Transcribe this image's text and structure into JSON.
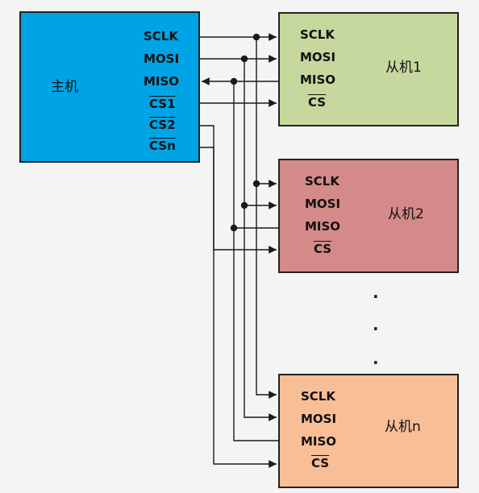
{
  "master": {
    "label": "主机",
    "pins": [
      "SCLK",
      "MOSI",
      "MISO",
      "CS1",
      "CS2",
      "CSn"
    ]
  },
  "slaves": [
    {
      "label": "从机1",
      "pins": [
        "SCLK",
        "MOSI",
        "MISO",
        "CS"
      ]
    },
    {
      "label": "从机2",
      "pins": [
        "SCLK",
        "MOSI",
        "MISO",
        "CS"
      ]
    },
    {
      "label": "从机n",
      "pins": [
        "SCLK",
        "MOSI",
        "MISO",
        "CS"
      ]
    }
  ],
  "ellipsis": [
    "·",
    "·",
    "·"
  ],
  "colors": {
    "master": "#00a4e6",
    "slave1": "#c6d89e",
    "slave2": "#d58a8a",
    "slaven": "#f8be96",
    "wire": "#1a1a1a"
  }
}
